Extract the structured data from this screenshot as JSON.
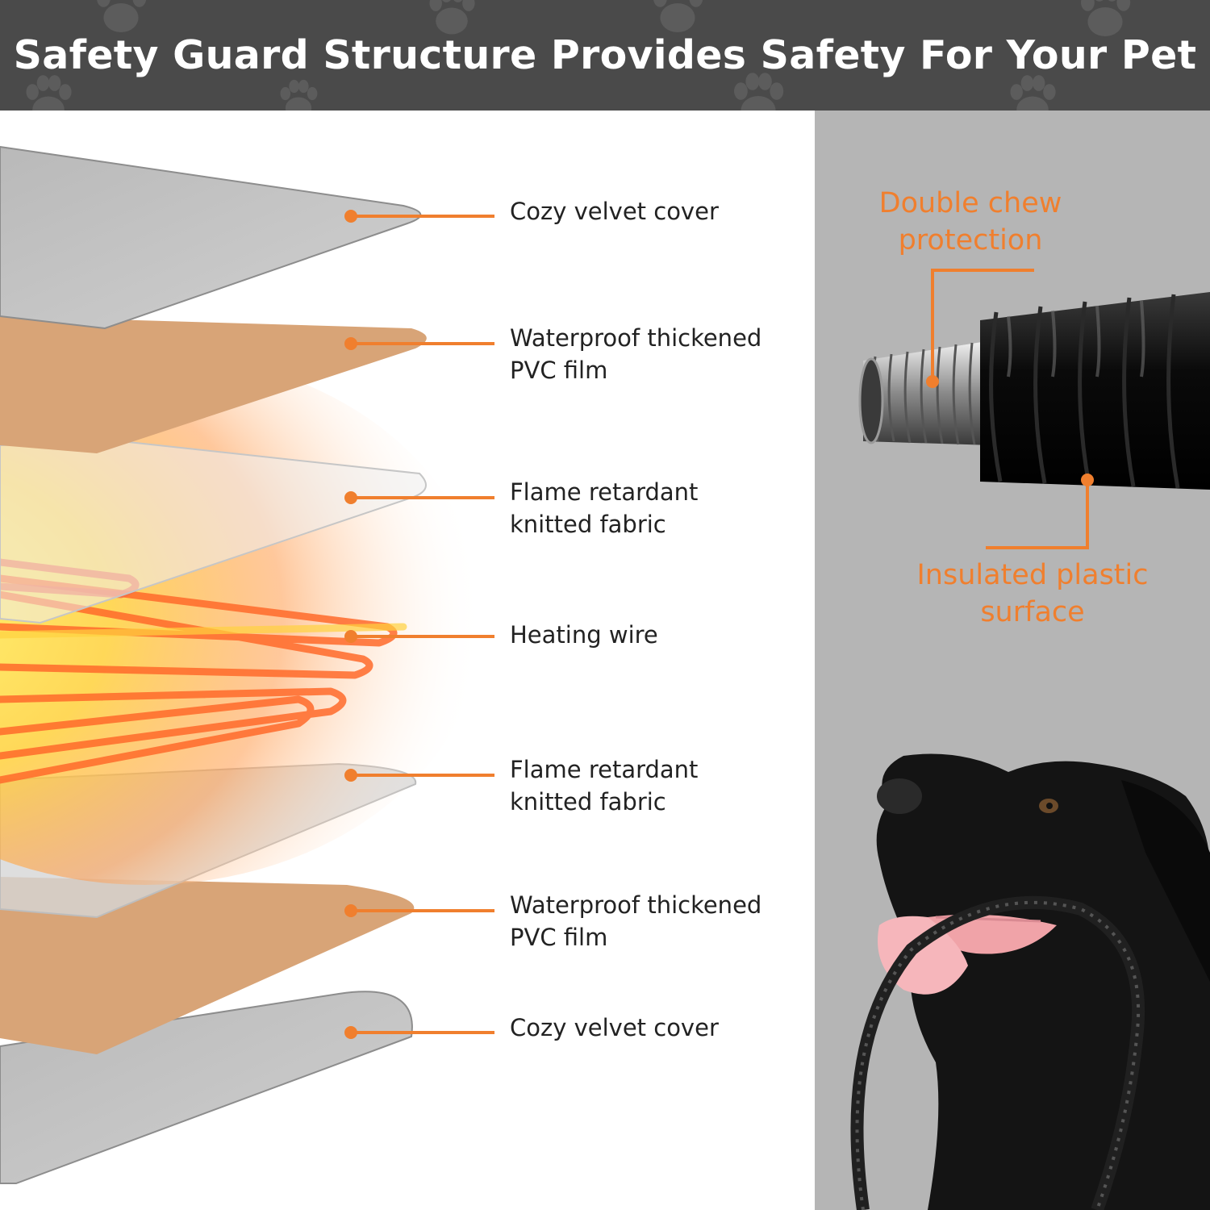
{
  "header": {
    "title": "Safety Guard Structure Provides Safety For Your Pet"
  },
  "layers": [
    {
      "lines": [
        "Cozy velvet cover"
      ]
    },
    {
      "lines": [
        "Waterproof thickened",
        "PVC film"
      ]
    },
    {
      "lines": [
        "Flame retardant",
        "knitted fabric"
      ]
    },
    {
      "lines": [
        "Heating wire"
      ]
    },
    {
      "lines": [
        "Flame retardant",
        "knitted fabric"
      ]
    },
    {
      "lines": [
        "Waterproof thickened",
        "PVC film"
      ]
    },
    {
      "lines": [
        "Cozy velvet cover"
      ]
    }
  ],
  "callouts": {
    "double_chew": {
      "lines": [
        "Double chew",
        "protection"
      ]
    },
    "insulated": {
      "lines": [
        "Insulated plastic",
        "surface"
      ]
    }
  },
  "colors": {
    "accent": "#f07f2e",
    "header_bg": "#4a4a4a",
    "velvet": "#c7c7c7",
    "pvc": "#d8a477",
    "heat_wire": "#f05a24",
    "right_panel": "#b5b5b5"
  },
  "icons": {
    "paw": "paw-icon",
    "hose": "hose-icon",
    "dog": "dog-icon"
  }
}
